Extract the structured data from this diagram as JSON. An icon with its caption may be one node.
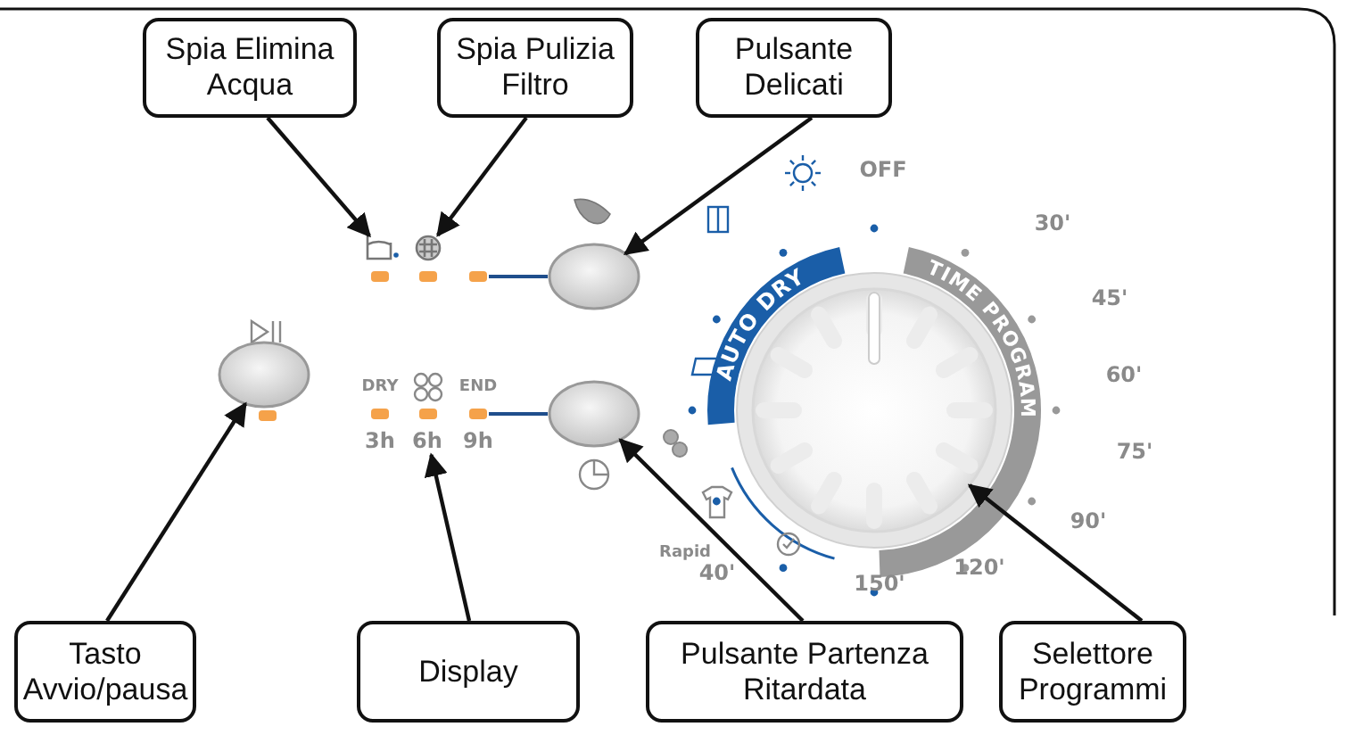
{
  "diagram": {
    "nodes": [
      {
        "text": [
          "Spia Elimina Acqua"
        ]
      },
      {
        "text": [
          "Spia Pulizia Filtro"
        ]
      },
      {
        "text": [
          "Pulsante Delicati"
        ]
      },
      {
        "text": [
          "Tasto Avvio/pausa"
        ]
      },
      {
        "text": [
          "Display"
        ]
      },
      {
        "text": [
          "Pulsante Partenza Ritardata"
        ]
      },
      {
        "text": [
          "Selettore Programmi"
        ]
      },
      {
        "text": [],
        "shape": "picture"
      },
      {
        "text": [],
        "shape": "picture"
      },
      {
        "text": [],
        "shape": "ellipse"
      },
      {
        "text": [],
        "shape": "ellipse"
      },
      {
        "text": [
          "6h"
        ]
      },
      {
        "text": [],
        "shape": "ellipse"
      },
      {
        "text": [],
        "shape": "circle"
      }
    ],
    "edges": [
      {
        "from": 0,
        "to": 7,
        "arrow": "to"
      },
      {
        "from": 1,
        "to": 8,
        "arrow": "to"
      },
      {
        "from": 2,
        "to": 9,
        "arrow": "to"
      },
      {
        "from": 3,
        "to": 10,
        "arrow": "to"
      },
      {
        "from": 4,
        "to": 11,
        "arrow": "to"
      },
      {
        "from": 5,
        "to": 12,
        "arrow": "to"
      },
      {
        "from": 6,
        "to": 13,
        "arrow": "to"
      }
    ],
    "labels": [
      "OFF",
      "30'",
      "AUTO DRY",
      "TIME PROGRAM",
      "45'",
      "DRY",
      "END",
      "60'",
      "3h",
      "9h",
      "75'",
      "90'",
      "Rapid",
      "40'",
      "120'",
      "150'"
    ]
  }
}
